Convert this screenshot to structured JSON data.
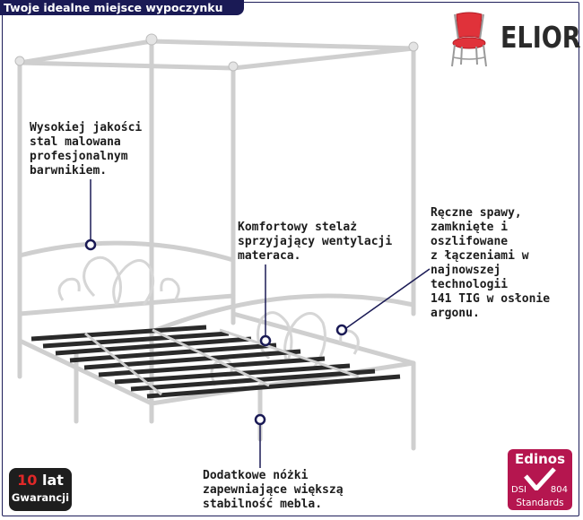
{
  "header": {
    "tagline": "Twoje idealne miejsce wypoczynku"
  },
  "brand": {
    "logo_text": "ELIOR",
    "accent_color": "#e0323a"
  },
  "annotations": [
    {
      "text": "Wysokiej jakości\nstal malowana\nprofesjonalnym\nbarwnikiem."
    },
    {
      "text": "Komfortowy stelaż\nsprzyjający wentylacji\nmateraca."
    },
    {
      "text": "Ręczne spawy,\nzamknięte i\noszlifowane\nz łączeniami w\nnajnowszej\ntechnologii\n141 TIG w osłonie\nargonu."
    },
    {
      "text": "Dodatkowe nóżki\nzapewniające większą\nstabilność mebla."
    }
  ],
  "warranty": {
    "number": "10",
    "unit": "lat",
    "label": "Gwarancji"
  },
  "certificate": {
    "brand": "Edinos",
    "left_code": "DSI",
    "right_code": "804",
    "label": "Standards"
  },
  "colors": {
    "navy": "#1a1a55",
    "frame": "#e6e6e6",
    "slats": "#2a2a2a",
    "badge": "#b5164f"
  }
}
